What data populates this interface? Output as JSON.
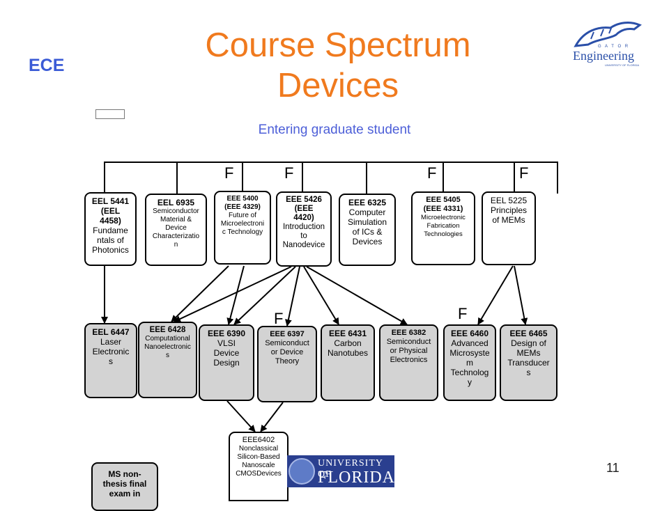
{
  "header": {
    "dept": "ECE",
    "title": "Course Spectrum\nDevices",
    "subtitle": "Entering graduate student",
    "slide_number": "11"
  },
  "logos": {
    "engineering": {
      "gator": "G A T O R",
      "word": "Engineering",
      "uf": "UNIVERSITY OF FLORIDA"
    },
    "uf": {
      "line1": "UNIVERSITY OF",
      "line2": "FLORIDA"
    }
  },
  "flag_label": "F",
  "top_courses": [
    {
      "code": "EEL 5441\n(EEL\n4458)",
      "name": "Fundame\nntals of\nPhotonics"
    },
    {
      "code": "EEL 6935",
      "name": "Semiconductor\nMaterial &\nDevice\nCharacterizatio\nn"
    },
    {
      "code": "EEE 5400\n(EEE 4329)",
      "name": "Future of\nMicroelectroni\nc Technology"
    },
    {
      "code": "EEE 5426\n(EEE\n4420)",
      "name": "Introduction\nto\nNanodevice"
    },
    {
      "code": "EEE 6325",
      "name": "Computer\nSimulation\nof ICs &\nDevices"
    },
    {
      "code": "EEE 5405\n(EEE 4331)",
      "name": "Microelectronic\nFabrication\nTechnologies"
    },
    {
      "code": "EEL 5225",
      "name": "Principles\nof MEMs"
    }
  ],
  "bottom_courses": [
    {
      "code": "EEL 6447",
      "name": "Laser\nElectronic\ns"
    },
    {
      "code": "EEE 6428",
      "name": "Computational\nNanoelectronic\ns"
    },
    {
      "code": "EEE 6390",
      "name": "VLSI\nDevice\nDesign"
    },
    {
      "code": "EEE 6397",
      "name": "Semiconduct\nor Device\nTheory"
    },
    {
      "code": "EEE 6431",
      "name": "Carbon\nNanotubes"
    },
    {
      "code": "EEE 6382",
      "name": "Semiconduct\nor Physical\nElectronics"
    },
    {
      "code": "EEE 6460",
      "name": "Advanced\nMicrosyste\nm\nTechnolog\ny"
    },
    {
      "code": "EEE 6465",
      "name": "Design of\nMEMs\nTransducer\ns"
    }
  ],
  "final_course": {
    "code": "EEE6402",
    "name": "Nonclassical\nSilicon-Based\nNanoscale\nCMOSDevices"
  },
  "ms_box": "MS non-\nthesis final\nexam in",
  "colors": {
    "title": "#f07a1e",
    "ece": "#3b5bd6",
    "subtitle": "#4d5fd8",
    "gray_box": "#d3d3d3",
    "uf_blue": "#2a3f8f"
  }
}
